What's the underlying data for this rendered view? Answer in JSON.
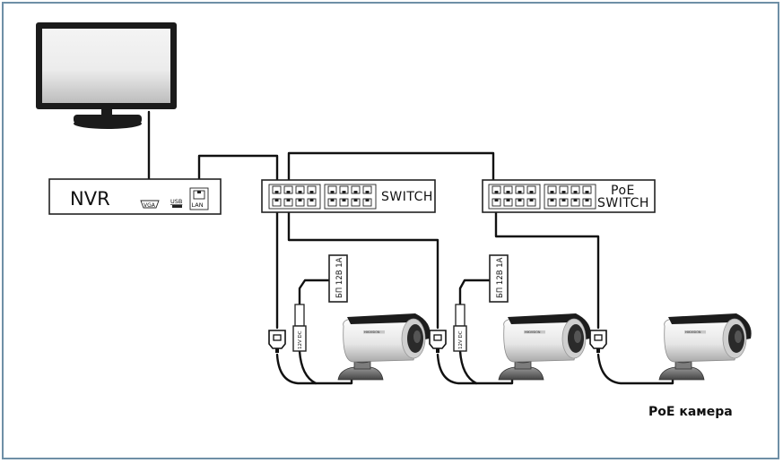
{
  "nvr": {
    "label": "NVR",
    "ports": {
      "vga": "VGA",
      "usb": "USB",
      "lan": "LAN"
    }
  },
  "switch1": {
    "label": "SWITCH"
  },
  "switch2": {
    "label_line1": "PoE",
    "label_line2": "SWITCH"
  },
  "psu1": {
    "label": "БП 12В 1А",
    "connector": "12V DC"
  },
  "psu2": {
    "label": "БП 12В 1А",
    "connector": "12V DC"
  },
  "caption": "PoE камера"
}
